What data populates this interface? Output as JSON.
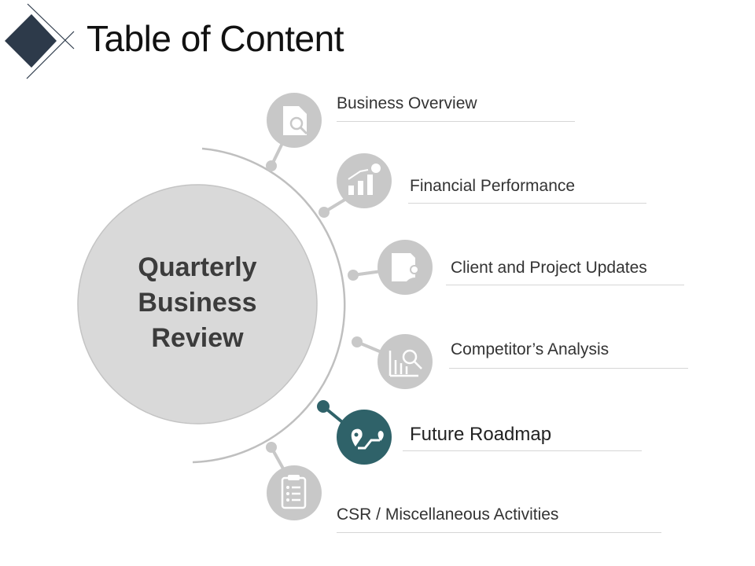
{
  "title": "Table of Content",
  "center": {
    "lines": [
      "Quarterly",
      "Business",
      "Review"
    ]
  },
  "colors": {
    "accent": "#2f6269",
    "neutral": "#c8c8c8",
    "icon": "#ffffff",
    "center_fill": "#d9d9d9"
  },
  "items": [
    {
      "label": "Business Overview",
      "icon": "document-search-icon",
      "active": false
    },
    {
      "label": "Financial Performance",
      "icon": "bar-chart-dollar-icon",
      "active": false
    },
    {
      "label": "Client and Project Updates",
      "icon": "client-document-icon",
      "active": false
    },
    {
      "label": "Competitor’s Analysis",
      "icon": "chart-analysis-icon",
      "active": false
    },
    {
      "label": "Future Roadmap",
      "icon": "map-route-icon",
      "active": true
    },
    {
      "label": "CSR / Miscellaneous Activities",
      "icon": "clipboard-checklist-icon",
      "active": false
    }
  ]
}
